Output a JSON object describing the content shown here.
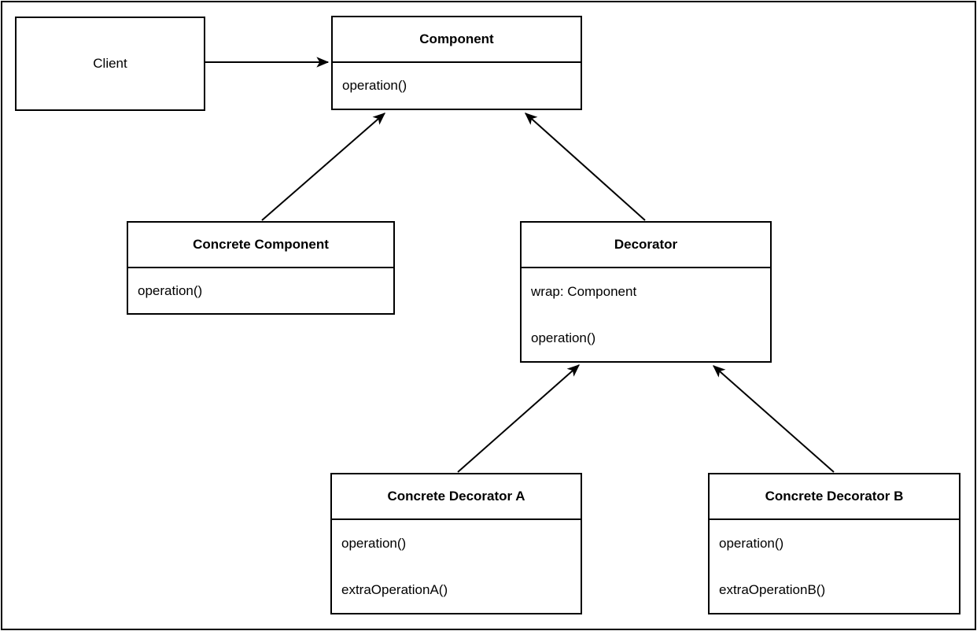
{
  "diagram": {
    "kind": "uml-class-diagram",
    "pattern": "Decorator",
    "nodes": {
      "client": {
        "label": "Client"
      },
      "component": {
        "title": "Component",
        "members": [
          "operation()"
        ]
      },
      "concrete_component": {
        "title": "Concrete Component",
        "members": [
          "operation()"
        ]
      },
      "decorator": {
        "title": "Decorator",
        "members": [
          "wrap: Component",
          "operation()"
        ]
      },
      "concrete_decorator_a": {
        "title": "Concrete Decorator A",
        "members": [
          "operation()",
          "extraOperationA()"
        ]
      },
      "concrete_decorator_b": {
        "title": "Concrete Decorator B",
        "members": [
          "operation()",
          "extraOperationB()"
        ]
      }
    },
    "edges": [
      {
        "from": "client",
        "to": "component",
        "style": "solid-filled-arrow"
      },
      {
        "from": "concrete_component",
        "to": "component",
        "style": "solid-filled-arrow"
      },
      {
        "from": "decorator",
        "to": "component",
        "style": "solid-filled-arrow"
      },
      {
        "from": "concrete_decorator_a",
        "to": "decorator",
        "style": "solid-filled-arrow"
      },
      {
        "from": "concrete_decorator_b",
        "to": "decorator",
        "style": "solid-filled-arrow"
      }
    ]
  },
  "colors": {
    "stroke": "#000000",
    "background": "#ffffff"
  }
}
